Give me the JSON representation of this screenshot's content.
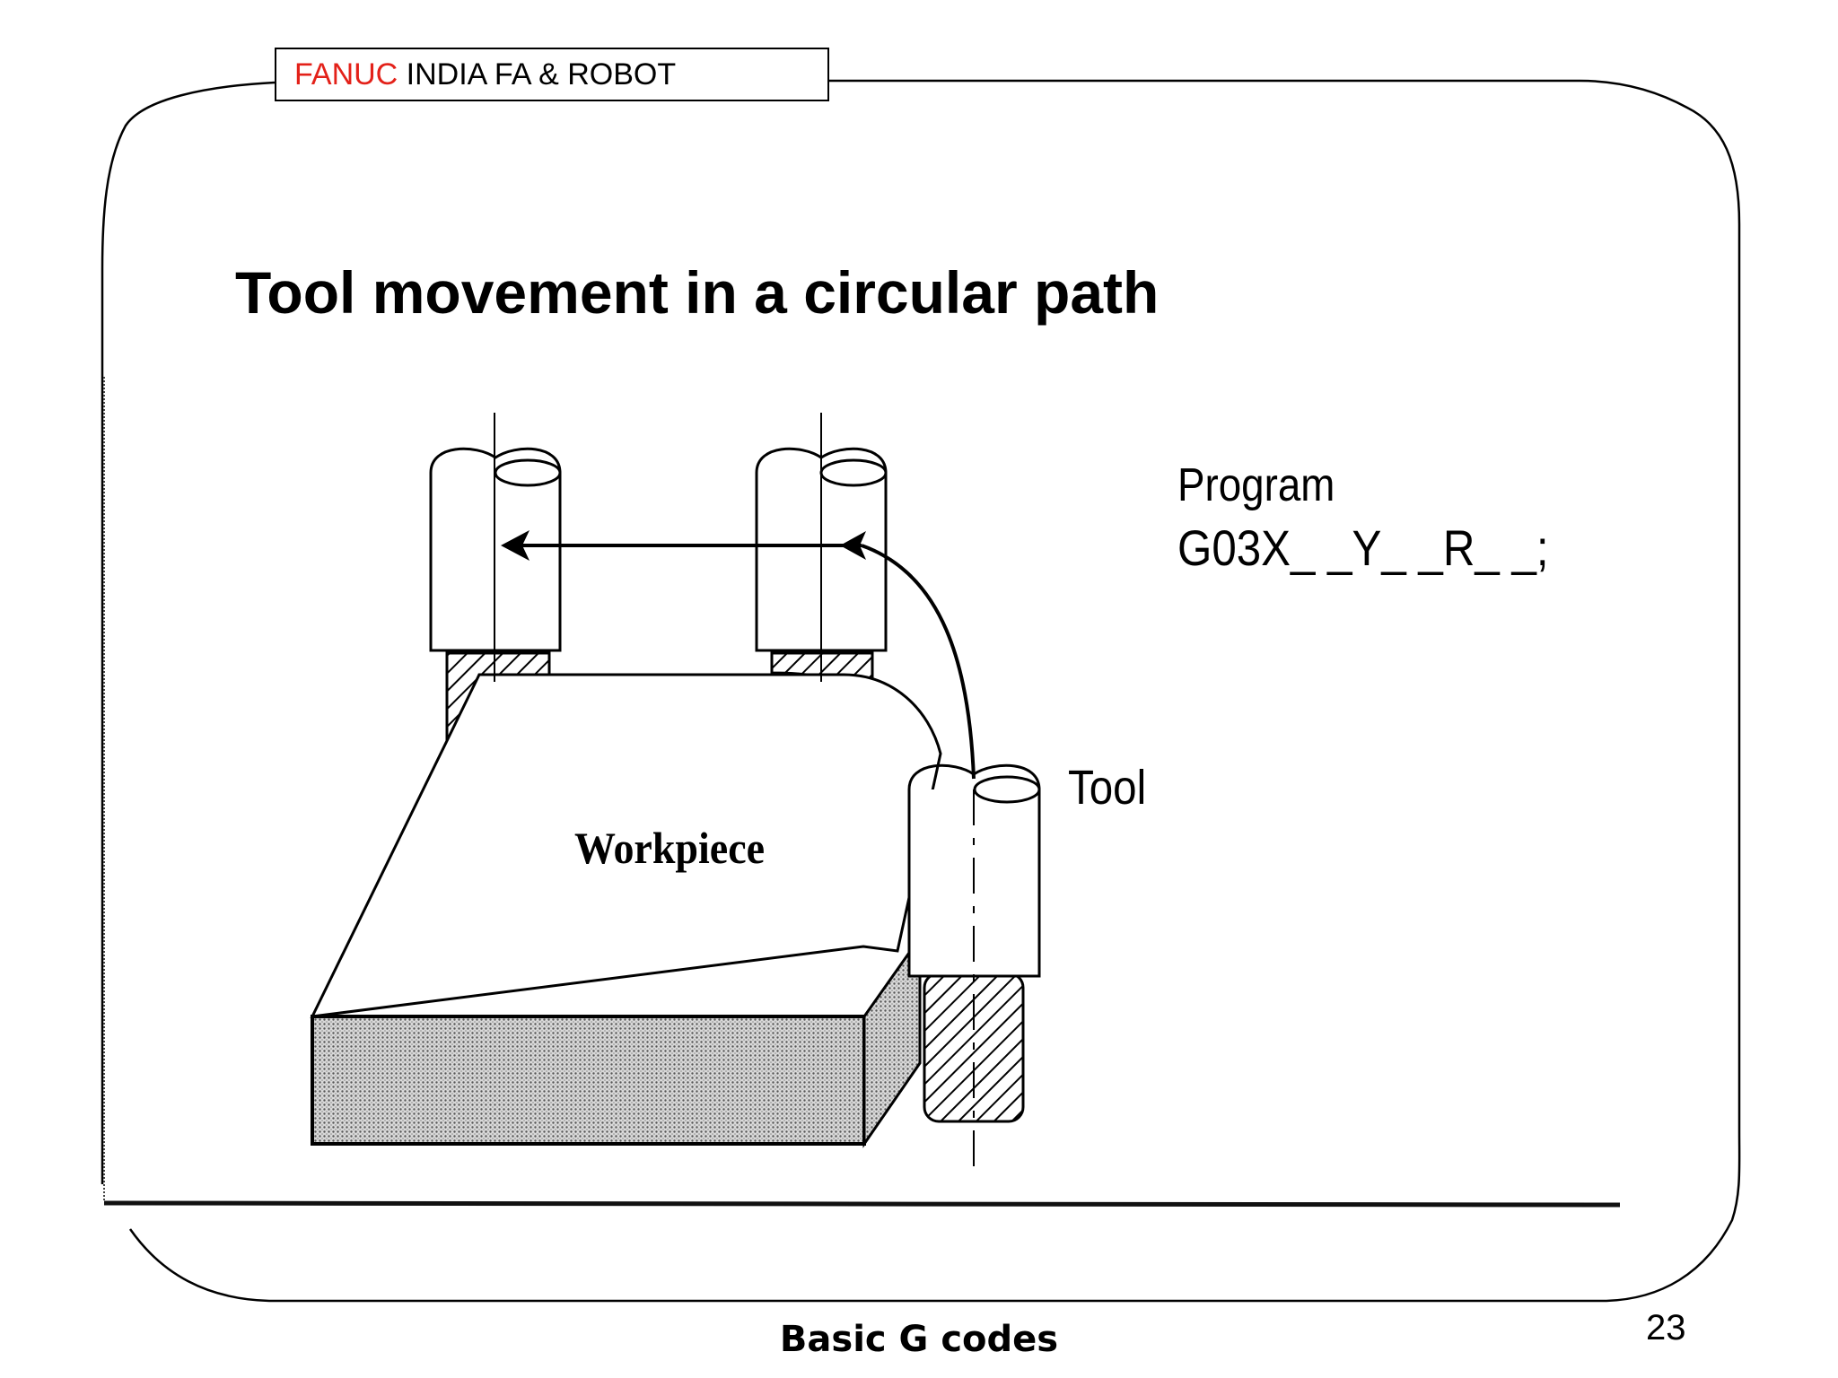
{
  "header": {
    "brand": "FANUC",
    "company": " INDIA  FA & ROBOT"
  },
  "slide": {
    "title": "Tool movement in a circular path",
    "footer": "Basic G codes",
    "page_number": "23"
  },
  "diagram": {
    "program_label": "Program",
    "program_code": "G03X_ _Y_ _R_ _;",
    "tool_label": "Tool",
    "workpiece_label": "Workpiece"
  },
  "colors": {
    "brand_red": "#e32119",
    "line": "#000000",
    "background": "#ffffff"
  }
}
